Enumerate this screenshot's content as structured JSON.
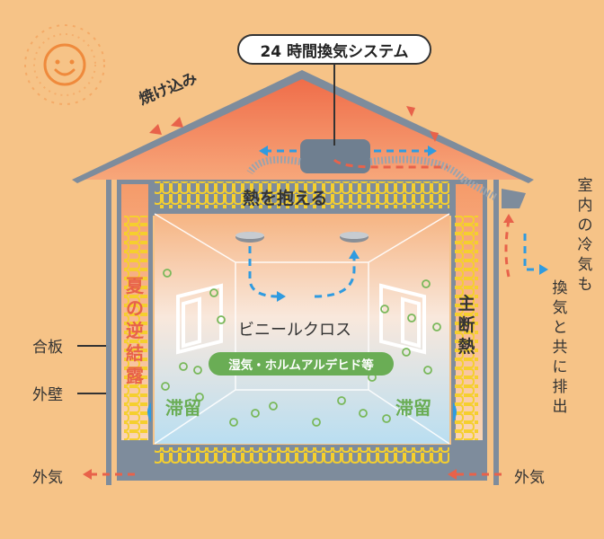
{
  "labels": {
    "system": "24 時間換気システム",
    "yakekomi": "焼け込み",
    "netsu": "熱を抱える",
    "natsu": [
      "夏",
      "の",
      "逆",
      "結",
      "露"
    ],
    "dannetsu": [
      "主",
      "断",
      "熱"
    ],
    "vinyl": "ビニールクロス",
    "shitsuki": "湿気・ホルムアルデヒド等",
    "tairyu_left": "滞留",
    "tairyu_right": "滞留",
    "goban": "合板",
    "gaiheki": "外壁",
    "gaiki_left": "外気",
    "gaiki_right": "外気",
    "right_caption_col1": [
      "室",
      "内",
      "の",
      "冷",
      "気",
      "も"
    ],
    "right_caption_col2": [
      "換",
      "気",
      "と",
      "共",
      "に",
      "排",
      "出"
    ]
  },
  "colors": {
    "background": "#f6c387",
    "roof_hot": "#ee6a45",
    "insulation": "#f5d23a",
    "wall": "#7e8c9c",
    "airflow_blue": "#2f9be0",
    "airflow_red": "#e8624a",
    "particle_green": "#79b85a",
    "label_green": "#6aad55"
  },
  "icons": [
    "sun-icon",
    "ventilation-unit-icon",
    "ceiling-vent-icon"
  ]
}
